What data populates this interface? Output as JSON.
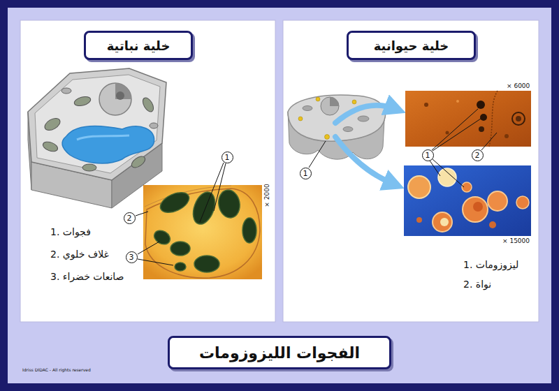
{
  "diagram": {
    "title": "الفجوات الليزوزومات",
    "nodes": [
      {
        "text": [
          "خلية حيوانية"
        ]
      },
      {
        "text": [
          "خلية نباتية"
        ]
      }
    ],
    "labels": [
      "× 6000",
      "× 15000",
      "1",
      "1",
      "2",
      "1. ليزوزومات",
      "2. نواة",
      "× 2000",
      "1",
      "2",
      "3",
      "1. فجوات",
      "2. غلاف خلوي",
      "3. صانعات خضراء",
      "Idriss DIDAC - All rights reserved"
    ]
  }
}
